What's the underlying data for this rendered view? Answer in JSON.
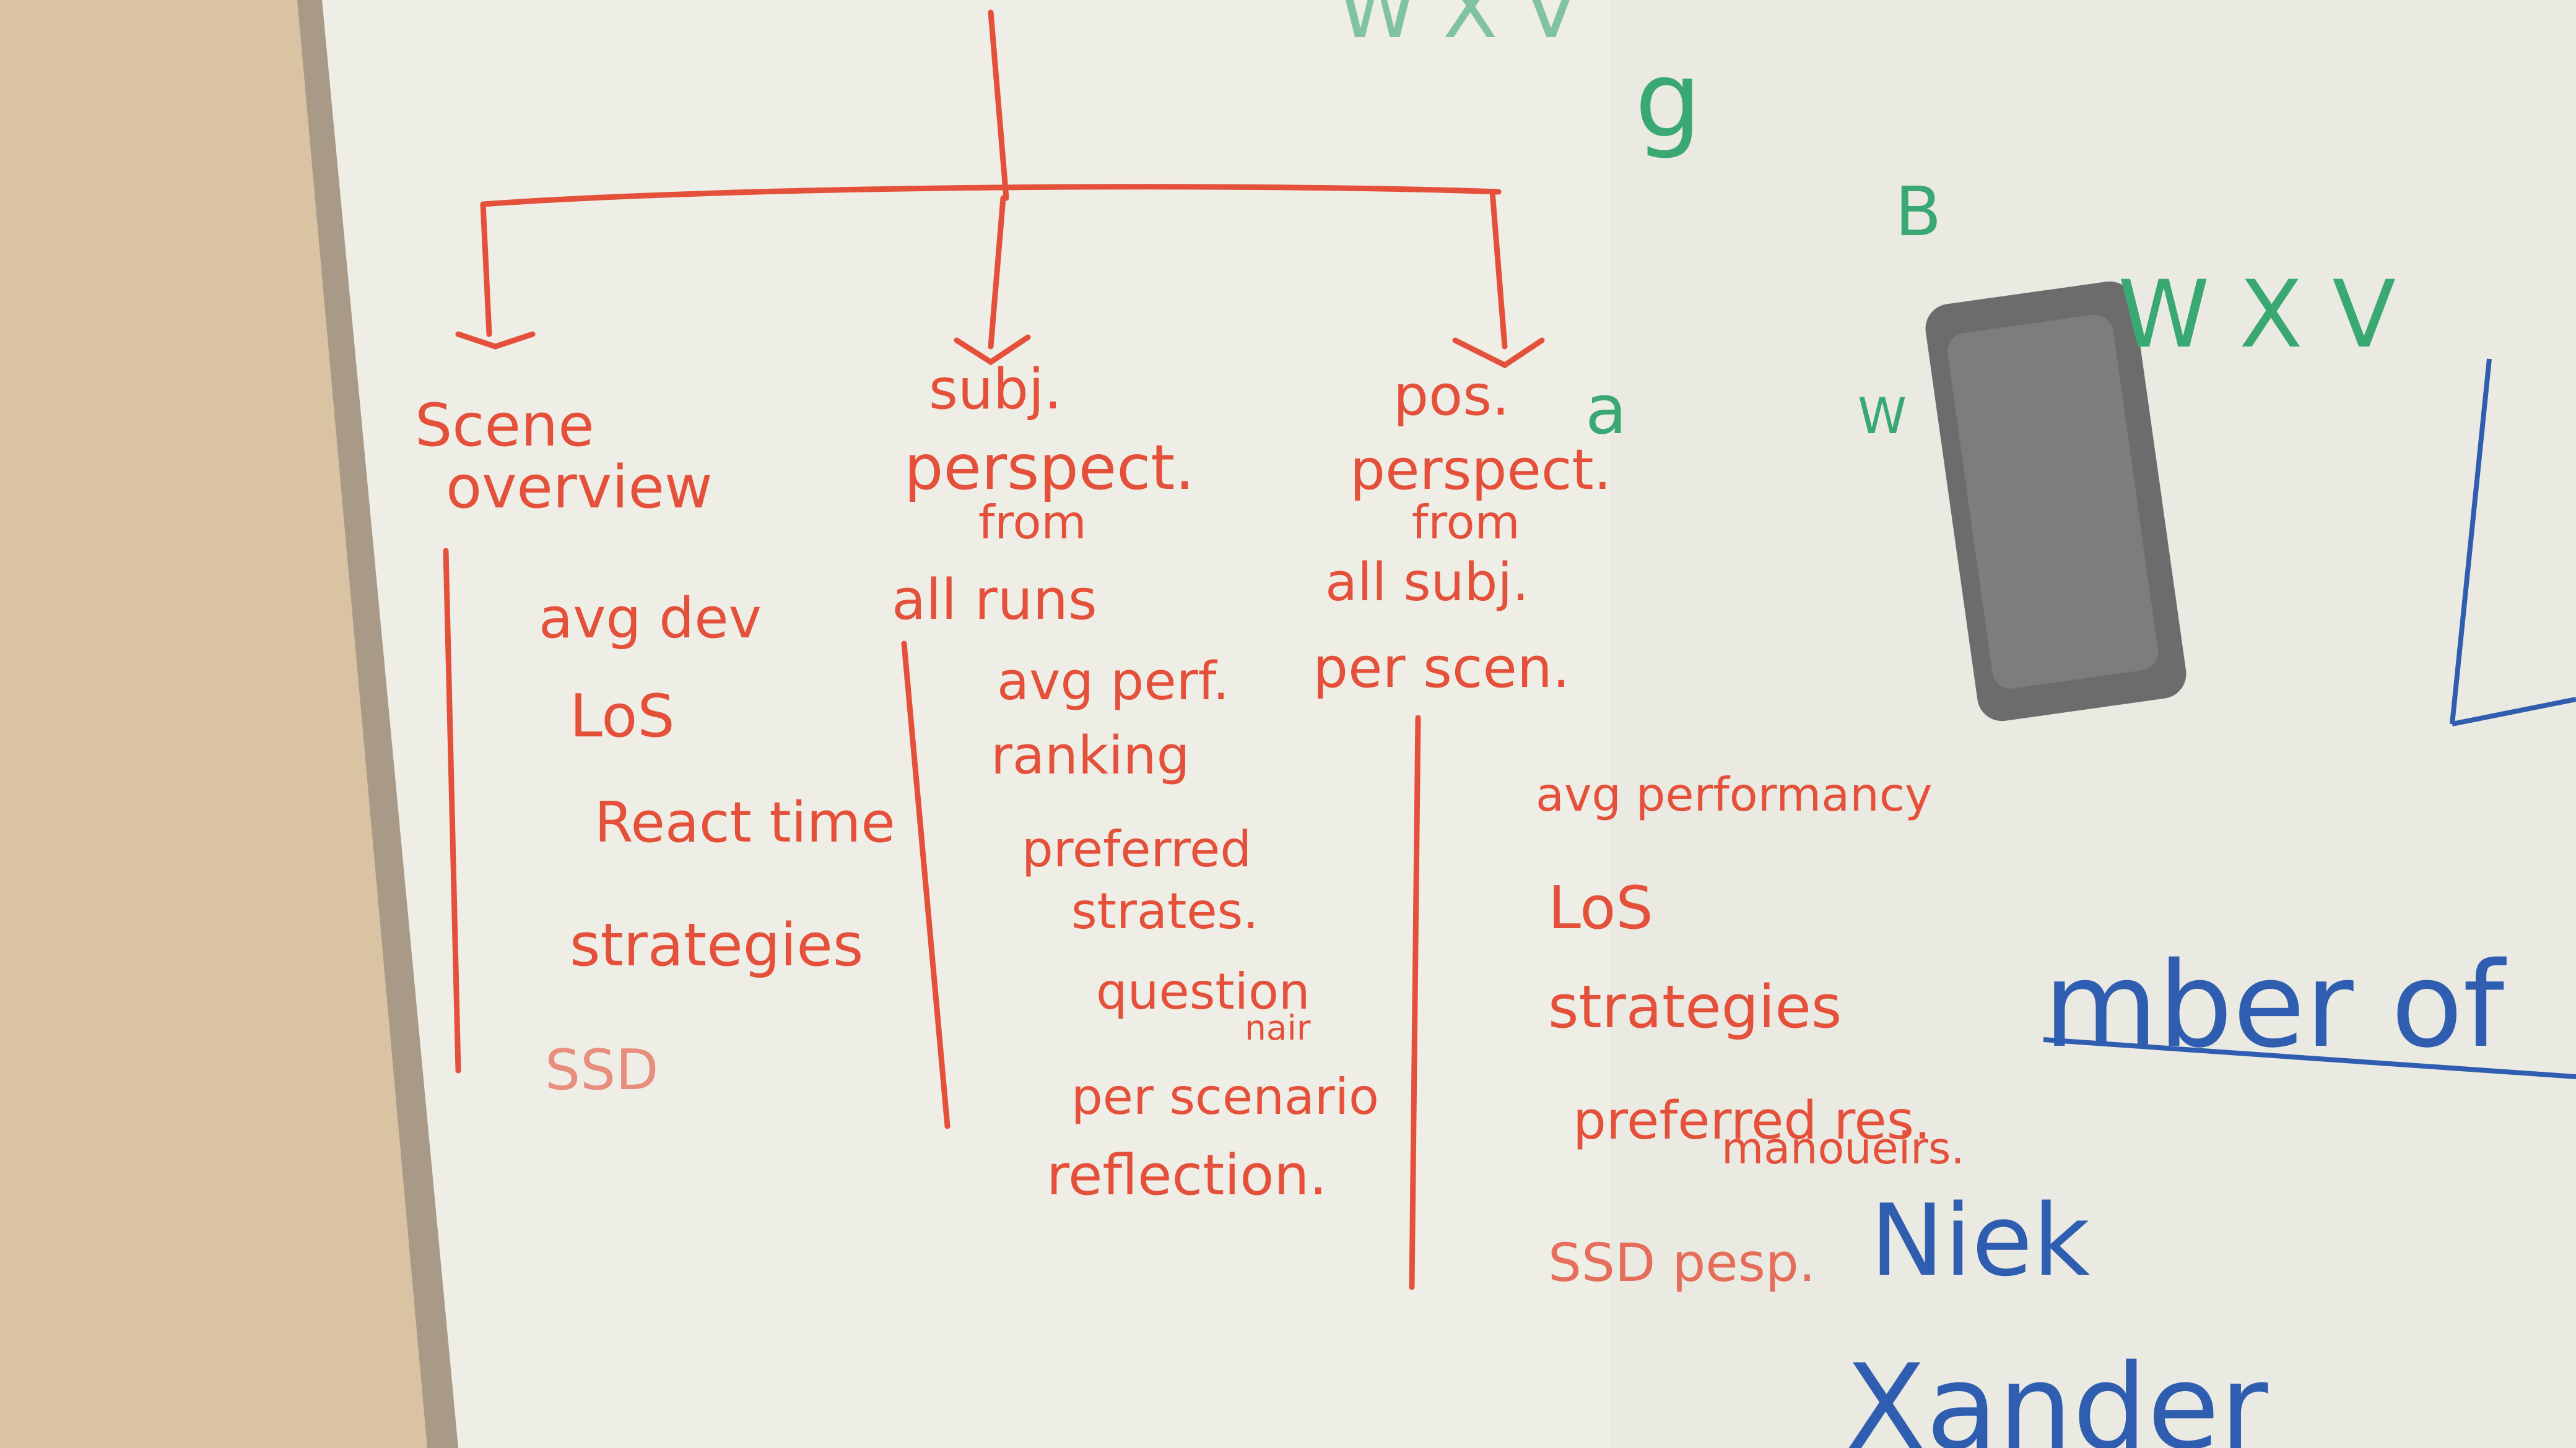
{
  "photo": {
    "board_color": "#eeeee6",
    "wall_color": "#d9c3a3",
    "ink_colors": {
      "red": "#e4503a",
      "green": "#3aa872",
      "blue": "#2f5db0"
    }
  },
  "diagram": {
    "columns": [
      {
        "heading": [
          "Scene",
          "overview"
        ],
        "items": [
          "avg dev",
          "LoS",
          "React time",
          "strategies",
          "SSD"
        ]
      },
      {
        "heading": [
          "subj.",
          "perspect.",
          "from",
          "all runs"
        ],
        "items": [
          "avg perf.",
          "ranking",
          "preferred",
          "strates.",
          "question",
          "nair",
          "per scenario",
          "reflection."
        ]
      },
      {
        "heading": [
          "pos.",
          "perspect.",
          "from",
          "all subj.",
          "per scen."
        ],
        "items": [
          "avg performancy",
          "LoS",
          "strategies",
          "preferred res.",
          "manoueirs.",
          "SSD pesp."
        ]
      }
    ]
  },
  "background_writing": {
    "green": [
      "W X V",
      "g",
      "B",
      "W X V",
      "W",
      "a"
    ],
    "blue": [
      "mber of",
      "Niek",
      "Xander"
    ]
  }
}
